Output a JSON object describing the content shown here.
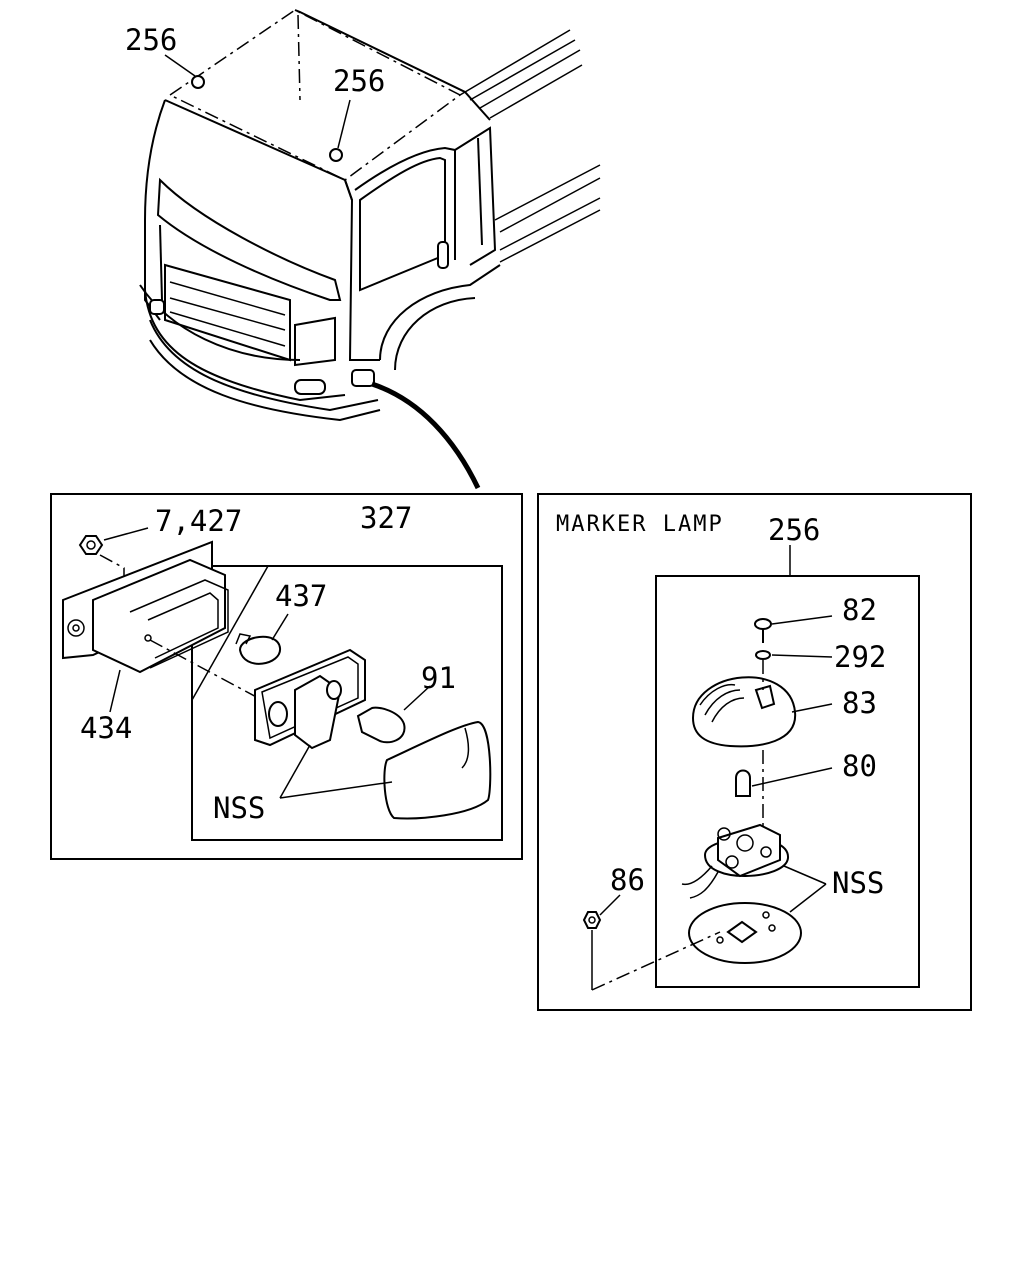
{
  "overview": {
    "callout_roof_left": "256",
    "callout_roof_right": "256"
  },
  "side_lamp_panel": {
    "nut_label": "7,427",
    "assembly_label": "327",
    "socket_label": "437",
    "bulb_label": "91",
    "case_label": "434",
    "nss_label": "NSS"
  },
  "marker_lamp_panel": {
    "title": "MARKER LAMP",
    "assembly_label": "256",
    "screw_label": "82",
    "washer_label": "292",
    "lens_label": "83",
    "bulb_label": "80",
    "nut_label": "86",
    "nss_label": "NSS"
  }
}
